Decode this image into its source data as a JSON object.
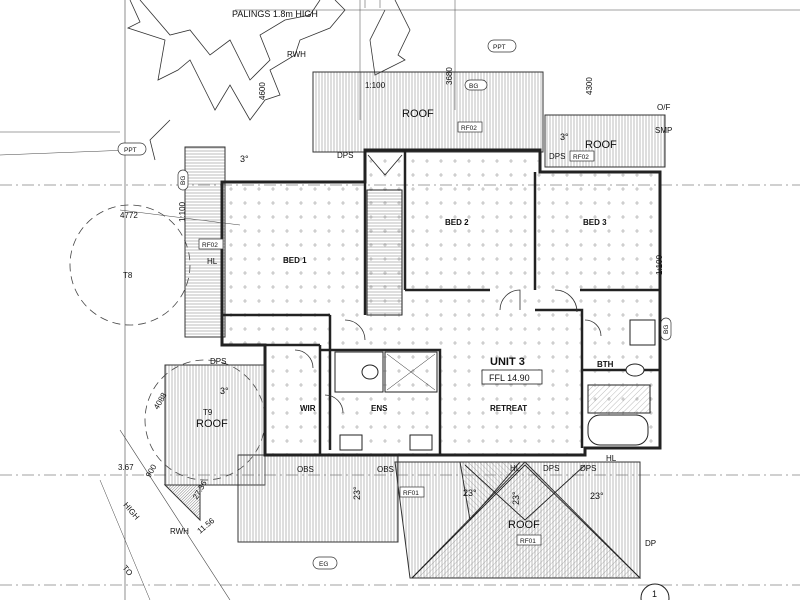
{
  "unit": {
    "name": "UNIT 3",
    "ffl": "FFL 14.90"
  },
  "fence": "PALINGS 1.8m HIGH",
  "rooms": {
    "bed1": "BED 1",
    "bed2": "BED 2",
    "bed3": "BED 3",
    "bath": "BTH",
    "ensuite": "ENS",
    "wir": "WIR",
    "retreat": "RETREAT"
  },
  "roofs": {
    "top": "ROOF",
    "right": "ROOF",
    "left": "ROOF",
    "bottom": "ROOF"
  },
  "tags": {
    "rf02_top": "RF02",
    "rf02_right": "RF02",
    "rf02_left": "RF02",
    "rf01_mid": "RF01",
    "rf01_bottom": "RF01",
    "ppt_top": "PPT",
    "ppt_left": "PPT",
    "bg_top": "BG",
    "bg_left": "BG",
    "bg_right": "BG",
    "eg": "EG"
  },
  "notes": {
    "rwh_top": "RWH",
    "rwh_bottom": "RWH",
    "of": "O/F",
    "smp": "SMP",
    "hl_left": "HL",
    "hl_bottom": "HL",
    "hl_right": "HL",
    "dps_top": "DPS",
    "dps_right": "DPS",
    "dps_left": "DPS",
    "dps_b1": "DPS",
    "dps_b2": "DPS",
    "obs1": "OBS",
    "obs2": "OBS",
    "dp": "DP",
    "t8": "T8",
    "t9": "T9",
    "high": "HIGH",
    "to": "TO"
  },
  "dims": {
    "d4600": "4600",
    "d3680": "3680",
    "d4300": "4300",
    "d4772": "4772",
    "d4088": "4088",
    "d2736": "27.36",
    "d367": "3.67",
    "d900": "900",
    "d1156": "11.56",
    "sheet": "1"
  },
  "scales": {
    "top": "1:100",
    "left": "1:100",
    "right": "1:100"
  },
  "pitches": {
    "p3a": "3°",
    "p3b": "3°",
    "p3c": "3°",
    "p23a": "23°",
    "p23b": "23°",
    "p23c": "23°",
    "p23d": "23°"
  }
}
